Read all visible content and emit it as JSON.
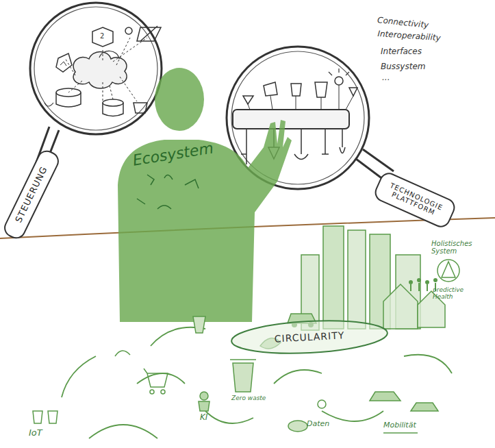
{
  "diagram": {
    "nodes": [
      {
        "text": [
          "STEUERUNG"
        ]
      },
      {
        "text": [
          "TECHNOLOGIE PLATTFORM"
        ]
      },
      {
        "text": [
          "CIRCULARITY"
        ]
      }
    ],
    "labels": [
      "2",
      "Connectivity",
      "Interoperability",
      "Interfaces",
      "Bussystem",
      "...",
      "Ecosystem",
      "Holistisches System",
      "predictive Health",
      "IoT",
      "KI",
      "Zero waste",
      "Daten",
      "Mobilität"
    ]
  }
}
